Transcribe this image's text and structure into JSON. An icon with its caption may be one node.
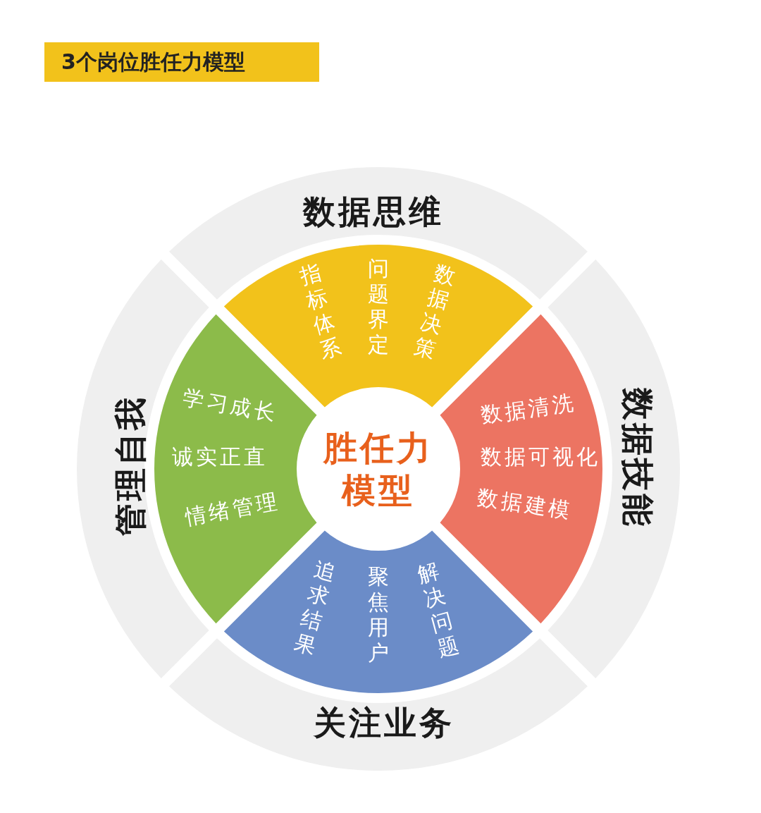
{
  "diagram": {
    "title": "3个岗位胜任力模型",
    "nodes": [
      {
        "text": [
          "胜任力模型"
        ]
      },
      {
        "text": [
          "数据思维"
        ]
      },
      {
        "text": [
          "指标体系",
          "问题界定",
          "数据决策"
        ]
      },
      {
        "text": [
          "数据技能"
        ]
      },
      {
        "text": [
          "数据清洗",
          "数据可视化",
          "数据建模"
        ]
      },
      {
        "text": [
          "关注业务"
        ]
      },
      {
        "text": [
          "追求结果",
          "聚焦用户",
          "解决问题"
        ]
      },
      {
        "text": [
          "管理自我"
        ]
      },
      {
        "text": [
          "学习成长",
          "诚实正直",
          "情绪管理"
        ]
      }
    ],
    "edges": []
  }
}
